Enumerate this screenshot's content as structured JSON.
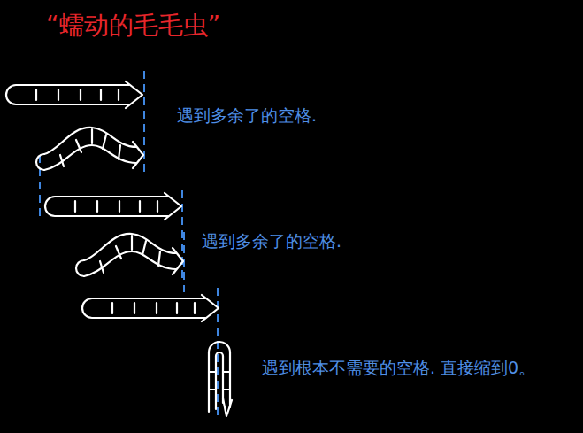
{
  "diagram": {
    "title": "“蠕动的毛毛虫”",
    "labels": [
      "遇到多余了的空格.",
      "遇到多余了的空格.",
      "遇到根本不需要的空格. 直接缩到0。"
    ]
  }
}
